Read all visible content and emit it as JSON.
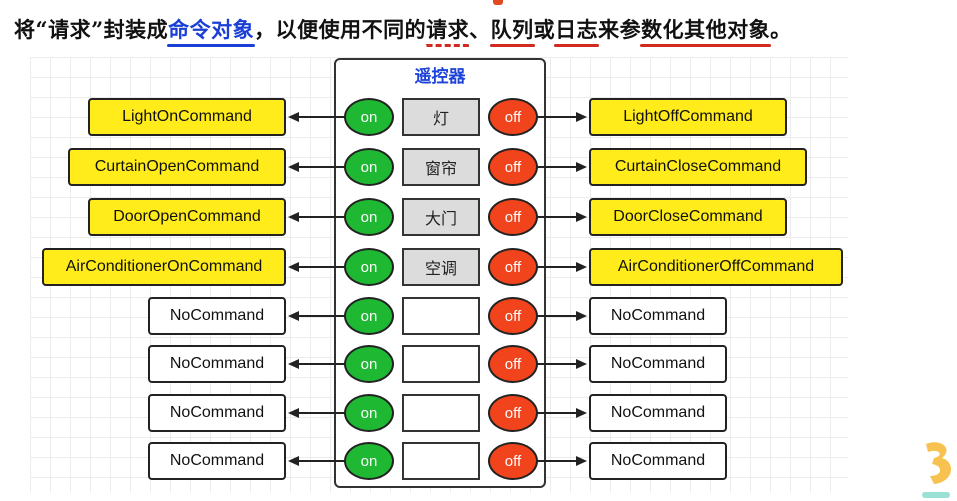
{
  "caption": {
    "p1": "将“请求”封装成",
    "u1": "命令对象",
    "p2": "，以便使用不同的",
    "u2": "请求",
    "p3": "、",
    "u3": "队列",
    "p4": "或",
    "u4": "日志",
    "p5": "来参",
    "u5": "数化其他对象",
    "p6": "。"
  },
  "remote": {
    "title": "遥控器"
  },
  "on_label": "on",
  "off_label": "off",
  "rows": [
    {
      "on_command": "LightOnCommand",
      "device": "灯",
      "off_command": "LightOffCommand"
    },
    {
      "on_command": "CurtainOpenCommand",
      "device": "窗帘",
      "off_command": "CurtainCloseCommand"
    },
    {
      "on_command": "DoorOpenCommand",
      "device": "大门",
      "off_command": "DoorCloseCommand"
    },
    {
      "on_command": "AirConditionerOnCommand",
      "device": "空调",
      "off_command": "AirConditionerOffCommand"
    },
    {
      "on_command": "NoCommand",
      "device": "",
      "off_command": "NoCommand"
    },
    {
      "on_command": "NoCommand",
      "device": "",
      "off_command": "NoCommand"
    },
    {
      "on_command": "NoCommand",
      "device": "",
      "off_command": "NoCommand"
    },
    {
      "on_command": "NoCommand",
      "device": "",
      "off_command": "NoCommand"
    }
  ],
  "colors": {
    "command_active": "#ffec1a",
    "command_empty": "#ffffff",
    "on_button": "#1fb832",
    "off_button": "#f2441c",
    "title": "#1e43d8"
  },
  "icons": {
    "arrow": "arrow-icon",
    "logo": "brand-logo-icon"
  }
}
